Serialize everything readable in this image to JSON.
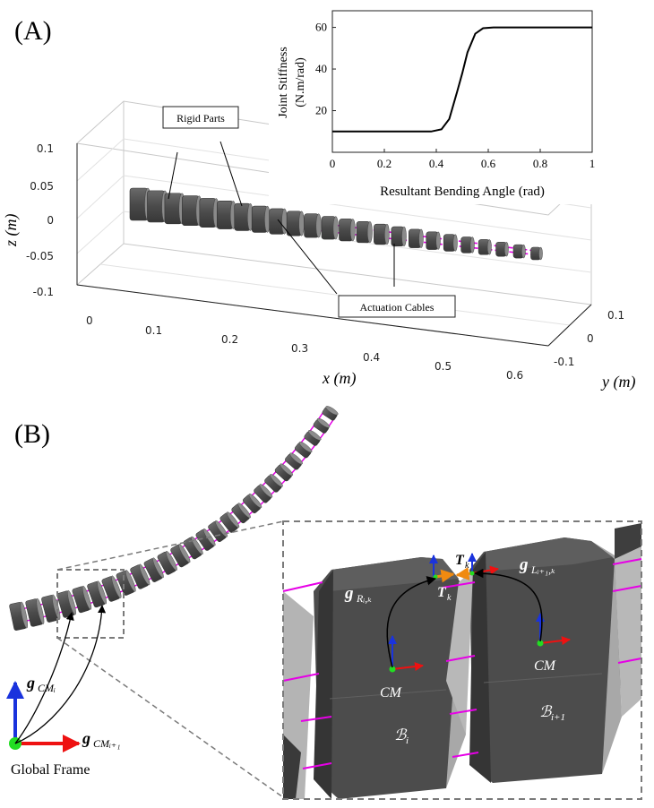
{
  "panel_a": {
    "label": "(A)",
    "callouts": {
      "rigid_parts": "Rigid Parts",
      "actuation_cables": "Actuation Cables"
    },
    "axes3d": {
      "xlabel": "x (m)",
      "ylabel": "y (m)",
      "zlabel": "z (m)",
      "x_ticks": [
        "0",
        "0.1",
        "0.2",
        "0.3",
        "0.4",
        "0.5",
        "0.6"
      ],
      "y_ticks": [
        "0.1",
        "0",
        "-0.1"
      ],
      "z_ticks": [
        "0.1",
        "0.05",
        "0",
        "-0.05",
        "-0.1"
      ]
    },
    "segment_count": 24
  },
  "chart_data": {
    "type": "line",
    "xlabel": "Resultant Bending Angle (rad)",
    "ylabel": "Joint Stiffness (N.m/rad)",
    "xlim": [
      0,
      1
    ],
    "ylim": [
      0,
      68
    ],
    "x_ticks": [
      "0",
      "0.2",
      "0.4",
      "0.6",
      "0.8",
      "1"
    ],
    "y_ticks": [
      "20",
      "40",
      "60"
    ],
    "series": [
      {
        "x": [
          0,
          0.38,
          0.42,
          0.45,
          0.48,
          0.5,
          0.52,
          0.55,
          0.58,
          0.62,
          1
        ],
        "y": [
          10,
          10,
          11,
          16,
          29,
          38,
          48,
          57,
          59.6,
          60,
          60
        ]
      }
    ]
  },
  "panel_b": {
    "label": "(B)",
    "global_frame": "Global Frame",
    "labels": {
      "g_cm_i": "g",
      "g_cm_i_sub": "CMᵢ",
      "g_cm_i1": "g",
      "g_cm_i1_sub": "CMᵢ₊₁",
      "g_r": "g",
      "g_r_sub": "Rᵢ,ₖ",
      "g_l": "g",
      "g_l_sub": "Lᵢ₊₁,ₖ",
      "t_k_top": "T",
      "t_k_bottom": "T",
      "t_k_sub": "k",
      "cm_left": "CM",
      "cm_right": "CM",
      "body_i": "ℬ",
      "body_i_sub": "i",
      "body_i1": "ℬ",
      "body_i1_sub": "i+1"
    }
  },
  "colors": {
    "segment": "#4b4b4b",
    "cable": "#e600e6",
    "frame_x": "#ee1111",
    "frame_z": "#1a33dd",
    "origin": "#22dd22",
    "tension": "#f08a10"
  }
}
